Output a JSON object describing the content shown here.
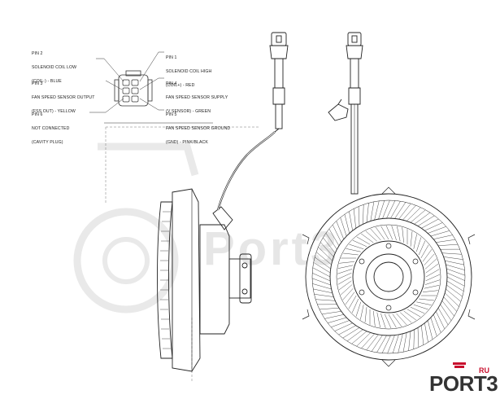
{
  "watermark": {
    "text": "Port3"
  },
  "logo": {
    "word": "PORT3",
    "tld": "RU",
    "accent_color": "#c8102e"
  },
  "pins": [
    {
      "id": "pin2",
      "lines": [
        "PIN 2",
        "SOLENOID COIL LOW",
        "(COIL-) - BLUE"
      ]
    },
    {
      "id": "pin3",
      "lines": [
        "PIN 3",
        "FAN SPEED SENSOR OUTPUT",
        "(FSS OUT) - YELLOW"
      ]
    },
    {
      "id": "pin6",
      "lines": [
        "PIN 6",
        "NOT CONNECTED",
        "(CAVITY PLUG)"
      ]
    },
    {
      "id": "pin1",
      "lines": [
        "PIN 1",
        "SOLENOID COIL HIGH",
        "(COIL+) - RED"
      ]
    },
    {
      "id": "pin4",
      "lines": [
        "PIN 4",
        "FAN SPEED SENSOR SUPPLY",
        "(V SENSOR) - GREEN"
      ]
    },
    {
      "id": "pin5",
      "lines": [
        "PIN 5",
        "FAN SPEED SENSOR GROUND",
        "(GND) - PINK/BLACK"
      ]
    }
  ]
}
